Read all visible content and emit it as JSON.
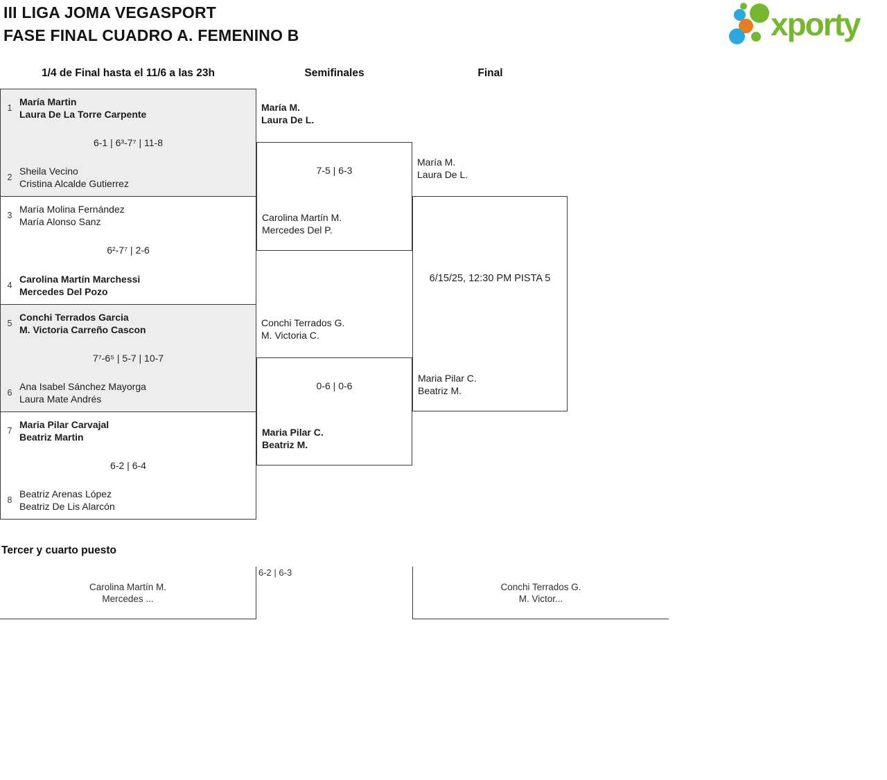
{
  "colors": {
    "brand-green": "#76b82d",
    "brand-blue": "#2aa9e0",
    "brand-orange": "#e87d1f",
    "line": "#3c3c3c",
    "shade": "#ededed"
  },
  "header": {
    "title_line1": "III LIGA JOMA VEGASPORT",
    "title_line2": "FASE FINAL CUADRO A. FEMENINO B",
    "logo_text": "xporty"
  },
  "columns": {
    "quarterfinals": "1/4 de Final hasta el 11/6 a las 23h",
    "semifinals": "Semifinales",
    "final": "Final"
  },
  "qf": [
    {
      "seed_a": "1",
      "a1": "María Martin",
      "a2": "Laura De La Torre Carpente",
      "a_winner": true,
      "score": "6-1 | 6³-7⁷ | 11-8",
      "seed_b": "2",
      "b1": "Sheila Vecino",
      "b2": "Cristina Alcalde Gutierrez",
      "b_winner": false
    },
    {
      "seed_a": "3",
      "a1": "María Molina Fernández",
      "a2": "María Alonso Sanz",
      "a_winner": false,
      "score": "6²-7⁷ | 2-6",
      "seed_b": "4",
      "b1": "Carolina Martín Marchessi",
      "b2": "Mercedes Del Pozo",
      "b_winner": true
    },
    {
      "seed_a": "5",
      "a1": "Conchi Terrados Garcia",
      "a2": "M. Victoria Carreño Cascon",
      "a_winner": true,
      "score": "7⁷-6⁵ | 5-7 | 10-7",
      "seed_b": "6",
      "b1": "Ana Isabel Sánchez Mayorga",
      "b2": "Laura Mate Andrés",
      "b_winner": false
    },
    {
      "seed_a": "7",
      "a1": "Maria Pilar Carvajal",
      "a2": "Beatriz Martin",
      "a_winner": true,
      "score": "6-2 | 6-4",
      "seed_b": "8",
      "b1": "Beatriz Arenas López",
      "b2": "Beatriz De Lis Alarcón",
      "b_winner": false
    }
  ],
  "sf": [
    {
      "a1": "María M.",
      "a2": "Laura De L.",
      "a_winner": true,
      "score": "7-5 | 6-3",
      "b1": "Carolina Martín M.",
      "b2": "Mercedes Del P.",
      "b_winner": false
    },
    {
      "a1": "Conchi Terrados G.",
      "a2": "M. Victoria C.",
      "a_winner": false,
      "score": "0-6 | 0-6",
      "b1": "Maria Pilar C.",
      "b2": "Beatriz M.",
      "b_winner": true
    }
  ],
  "final": {
    "a1": "María M.",
    "a2": "Laura De L.",
    "schedule": "6/15/25, 12:30 PM PISTA 5",
    "b1": "Maria Pilar C.",
    "b2": "Beatriz M."
  },
  "third_place": {
    "title": "Tercer y cuarto puesto",
    "score": "6-2 | 6-3",
    "a1": "Carolina Martín M.",
    "a2": "Mercedes ...",
    "b1": "Conchi Terrados G.",
    "b2": "M. Victor..."
  }
}
